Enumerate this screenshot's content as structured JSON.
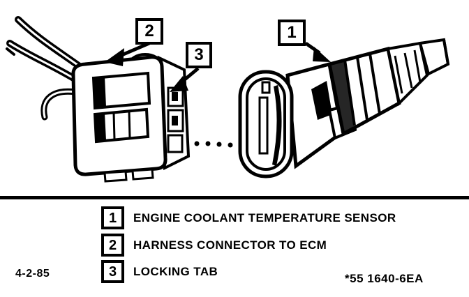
{
  "figure": {
    "date": "4-2-85",
    "part_number": "*55 1640-6EA"
  },
  "callouts": [
    {
      "number": "1",
      "label": "ENGINE COOLANT TEMPERATURE SENSOR"
    },
    {
      "number": "2",
      "label": "HARNESS CONNECTOR TO ECM"
    },
    {
      "number": "3",
      "label": "LOCKING TAB"
    }
  ],
  "colors": {
    "ink": "#000000",
    "paper": "#ffffff"
  }
}
